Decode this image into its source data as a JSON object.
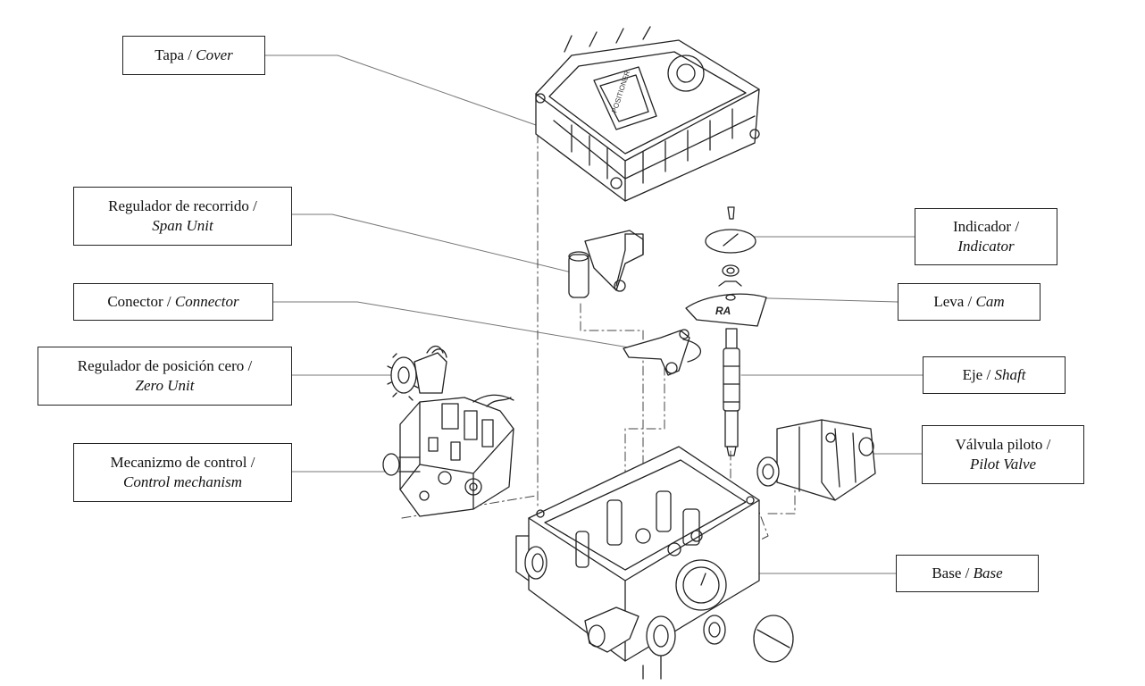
{
  "labels": {
    "cover": {
      "es": "Tapa / ",
      "en": "Cover"
    },
    "span": {
      "es": "Regulador de recorrido /",
      "en": "Span Unit"
    },
    "connector": {
      "es": "Conector / ",
      "en": "Connector"
    },
    "zero": {
      "es": "Regulador de posición  cero /",
      "en": "Zero Unit"
    },
    "control": {
      "es": "Mecanizmo de control /",
      "en": "Control mechanism"
    },
    "indicator": {
      "es": "Indicador /",
      "en": "Indicator"
    },
    "cam": {
      "es": "Leva / ",
      "en": "Cam"
    },
    "shaft": {
      "es": "Eje / ",
      "en": "Shaft"
    },
    "pilot": {
      "es": "Válvula piloto /",
      "en": "Pilot Valve"
    },
    "base": {
      "es": "Base / ",
      "en": "Base"
    }
  },
  "part_markings": {
    "cover_plate": "POSITIONER",
    "cam": "RA"
  }
}
